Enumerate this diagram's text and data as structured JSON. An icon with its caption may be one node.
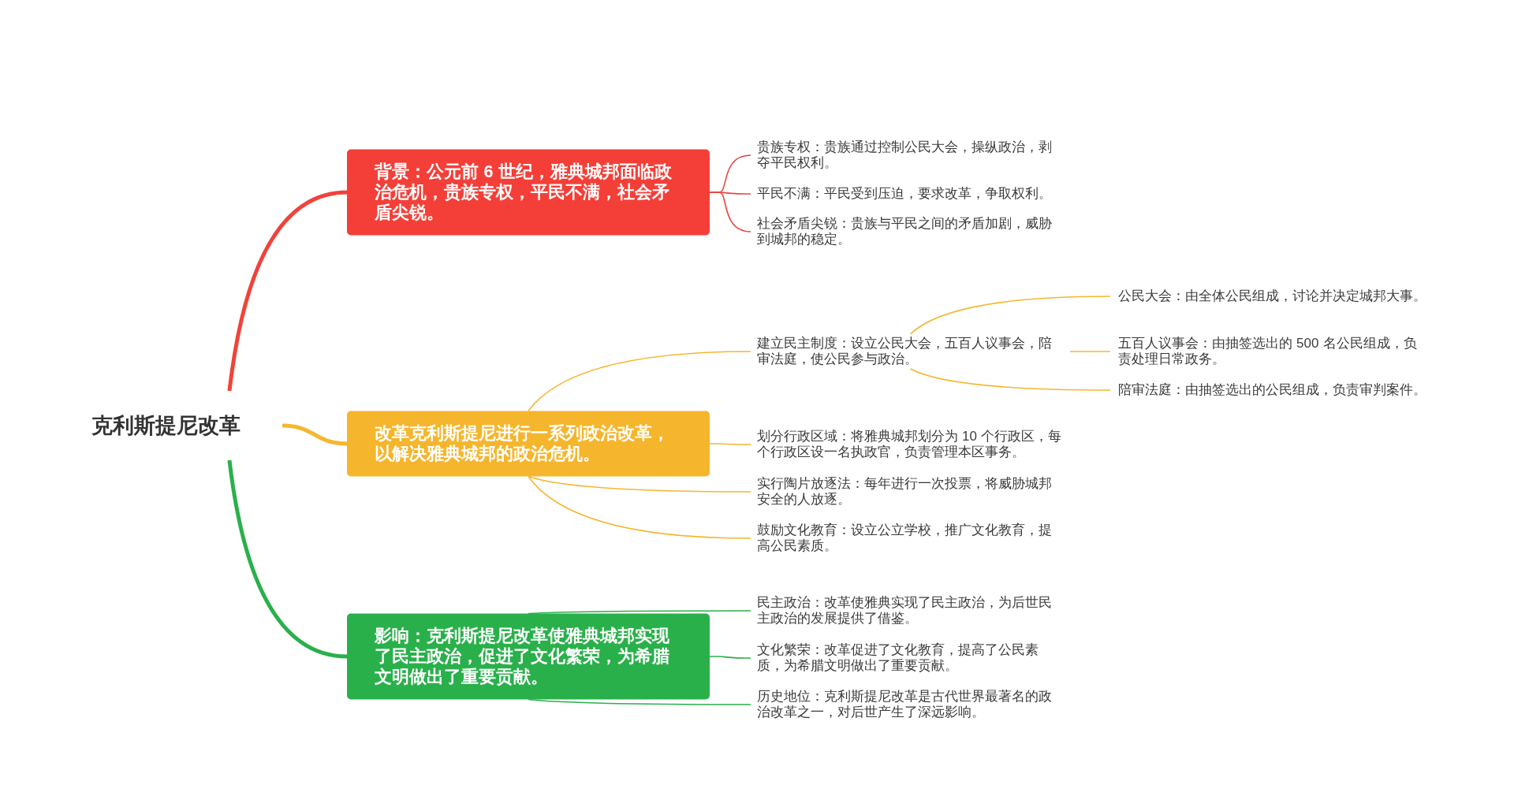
{
  "diagram": {
    "nodes": [
      {
        "text": [
          "克利斯提尼改革"
        ]
      },
      {
        "text": [
          "背景：公元前6世纪，雅典城邦面临政治危机，贵族专权，平民不满，社会矛盾尖锐。"
        ]
      },
      {
        "text": [
          "改革克利斯提尼进行一系列政治改革，以解决雅典城邦的政治危机。"
        ]
      },
      {
        "text": [
          "影响：克利斯提尼改革使雅典城邦实现了民主政治，促进了文化繁荣，为希腊文明做出了重要贡献。"
        ]
      },
      {
        "text": [
          "贵族专权：贵族通过控制公民大会，操纵政治，剥夺平民权利。"
        ]
      },
      {
        "text": [
          "平民不满：平民受到压迫，要求改革，争取权利。"
        ]
      },
      {
        "text": [
          "社会矛盾尖锐：贵族与平民之间的矛盾加剧，威胁到城邦的稳定。"
        ]
      },
      {
        "text": [
          "建立民主制度：设立公民大会，五百人议事会，陪审法庭，使公民参与政治。"
        ]
      },
      {
        "text": [
          "公民大会：由全体公民组成，讨论并决定城邦大事。"
        ]
      },
      {
        "text": [
          "五百人议事会：由抽签选出的500名公民组成，负责处理日常政务。"
        ]
      },
      {
        "text": [
          "陪审法庭：由抽签选出的公民组成，负责审判案件。"
        ]
      },
      {
        "text": [
          "划分行政区域：将雅典城邦划分为10个行政区，每个行政区设一名执政官，负责管理本区事务。"
        ]
      },
      {
        "text": [
          "实行陶片放逐法：每年进行一次投票，将威胁城邦安全的人放逐。"
        ]
      },
      {
        "text": [
          "鼓励文化教育：设立公立学校，推广文化教育，提高公民素质。"
        ]
      },
      {
        "text": [
          "民主政治：改革使雅典实现了民主政治，为后世民主政治的发展提供了借鉴。"
        ]
      },
      {
        "text": [
          "文化繁荣：改革促进了文化教育，提高了公民素质，为希腊文明做出了重要贡献。"
        ]
      },
      {
        "text": [
          "历史地位：克利斯提尼改革是古代世界最著名的政治改革之一，对后世产生了深远影响。"
        ]
      }
    ],
    "edges": [
      {
        "from": 0,
        "to": 1,
        "arrow": "none",
        "style": "thick",
        "color": "#f0433b"
      },
      {
        "from": 0,
        "to": 2,
        "arrow": "none",
        "style": "thick"
      },
      {
        "from": 0,
        "to": 3,
        "arrow": "none",
        "style": "thick",
        "color": "#2ab04b"
      },
      {
        "from": 1,
        "to": 4,
        "arrow": "none",
        "color": "#e8473f"
      },
      {
        "from": 1,
        "to": 5,
        "arrow": "none",
        "color": "#e8473f"
      },
      {
        "from": 1,
        "to": 6,
        "arrow": "none",
        "color": "#e8473f"
      },
      {
        "from": 2,
        "to": 7,
        "arrow": "none"
      },
      {
        "from": 7,
        "to": 8,
        "arrow": "none"
      },
      {
        "from": 7,
        "to": 9,
        "arrow": "none"
      },
      {
        "from": 7,
        "to": 10,
        "arrow": "none"
      },
      {
        "from": 2,
        "to": 11,
        "arrow": "none"
      },
      {
        "from": 2,
        "to": 12,
        "arrow": "none"
      },
      {
        "from": 2,
        "to": 13,
        "arrow": "none"
      },
      {
        "from": 3,
        "to": 14,
        "arrow": "none",
        "color": "#2bb04c"
      },
      {
        "from": 3,
        "to": 15,
        "arrow": "none",
        "color": "#2bb04c"
      },
      {
        "from": 3,
        "to": 16,
        "arrow": "none",
        "color": "#2bb04c"
      }
    ]
  }
}
